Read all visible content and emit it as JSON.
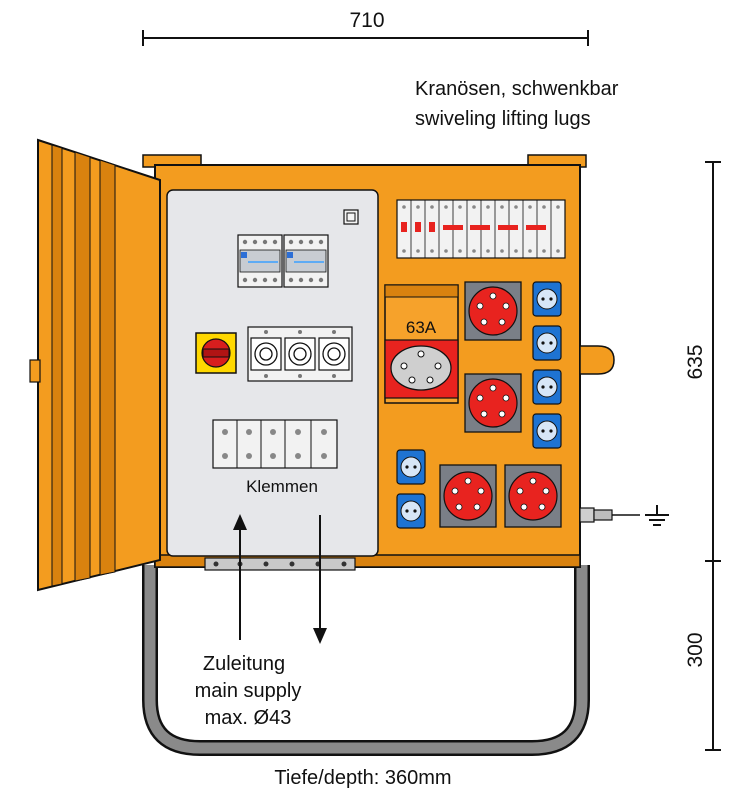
{
  "dimensions": {
    "width": "710",
    "height_cabinet": "635",
    "height_frame": "300",
    "depth": "Tiefe/depth: 360mm"
  },
  "labels": {
    "lifting_lugs_de": "Kranösen, schwenkbar",
    "lifting_lugs_en": "swiveling lifting lugs",
    "terminals": "Klemmen",
    "socket_rating": "63A",
    "supply_de": "Zuleitung",
    "supply_en": "main supply",
    "supply_max": "max. Ø43"
  },
  "colors": {
    "housing": "#f39c1f",
    "housing_dark": "#b86a0a",
    "panel": "#e6e7ea",
    "frame": "#7a7a7a",
    "cee_red": "#e8231f",
    "schuko_blue": "#1e73d2",
    "switch_yellow": "#ffd800",
    "switch_red": "#d81e1e"
  },
  "icons": {
    "ground": "ground-symbol-icon",
    "main_switch": "rotary-switch-icon"
  }
}
